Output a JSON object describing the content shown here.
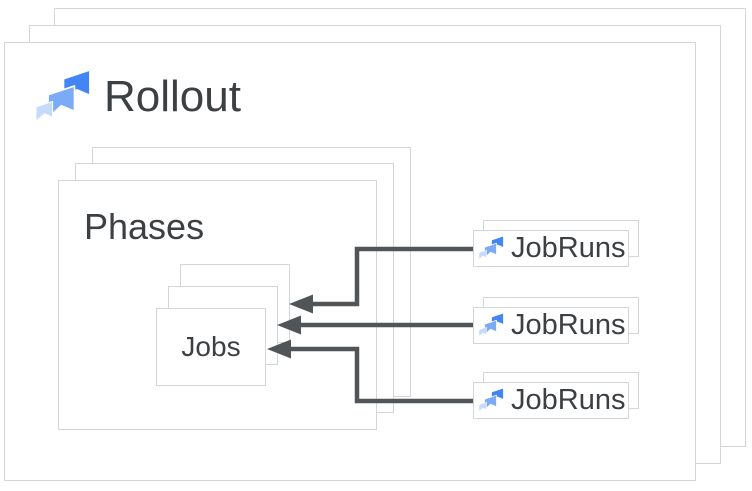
{
  "diagram": {
    "title": "Rollout",
    "phases_label": "Phases",
    "jobs_label": "Jobs",
    "jobruns": [
      {
        "label": "JobRuns"
      },
      {
        "label": "JobRuns"
      },
      {
        "label": "JobRuns"
      }
    ],
    "icons": {
      "header_icon": "deploy-logo-icon",
      "jobrun_icon": "deploy-logo-icon"
    },
    "colors": {
      "border": "#d3d5d8",
      "arrow": "#515558",
      "text": "#3c4043",
      "logo_dark": "#4285f4",
      "logo_medium": "#7baaf7",
      "logo_light": "#c6dafc"
    }
  }
}
